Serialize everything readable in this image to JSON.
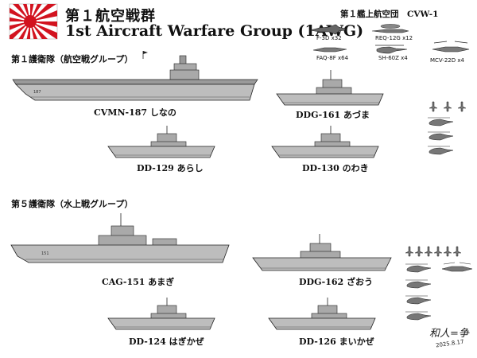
{
  "header": {
    "title_jp": "第１航空戦群",
    "title_en": "1st Aircraft Warfare Group (1AWG)"
  },
  "colors": {
    "hull": "#bdbdbd",
    "hull_dark": "#8f8f8f",
    "superstructure": "#a9a9a9",
    "waterline": "#555555",
    "flag_red": "#d2131f"
  },
  "group1": {
    "label": "第１護衛隊（航空戦グループ）",
    "ships": [
      {
        "label": "CVMN-187 しなの"
      },
      {
        "label": "DDG-161 あづま"
      },
      {
        "label": "DD-129 あらし"
      },
      {
        "label": "DD-130 のわき"
      }
    ]
  },
  "group5": {
    "label": "第５護衛隊（水上戦グループ）",
    "ships": [
      {
        "label": "CAG-151 あまぎ"
      },
      {
        "label": "DDG-162 ざおう"
      },
      {
        "label": "DD-124 はぎかぜ"
      },
      {
        "label": "DD-126 まいかぜ"
      }
    ]
  },
  "air_wing": {
    "title": "第１艦上航空団　CVW-1",
    "aircraft": [
      {
        "label": "F-3D x32"
      },
      {
        "label": "REQ-12G x12"
      },
      {
        "label": "FAQ-8F x64"
      },
      {
        "label": "SH-60Z x4"
      },
      {
        "label": "MCV-22D x4"
      }
    ]
  },
  "signature": {
    "name": "和人=争",
    "date": "2025.8.17"
  }
}
